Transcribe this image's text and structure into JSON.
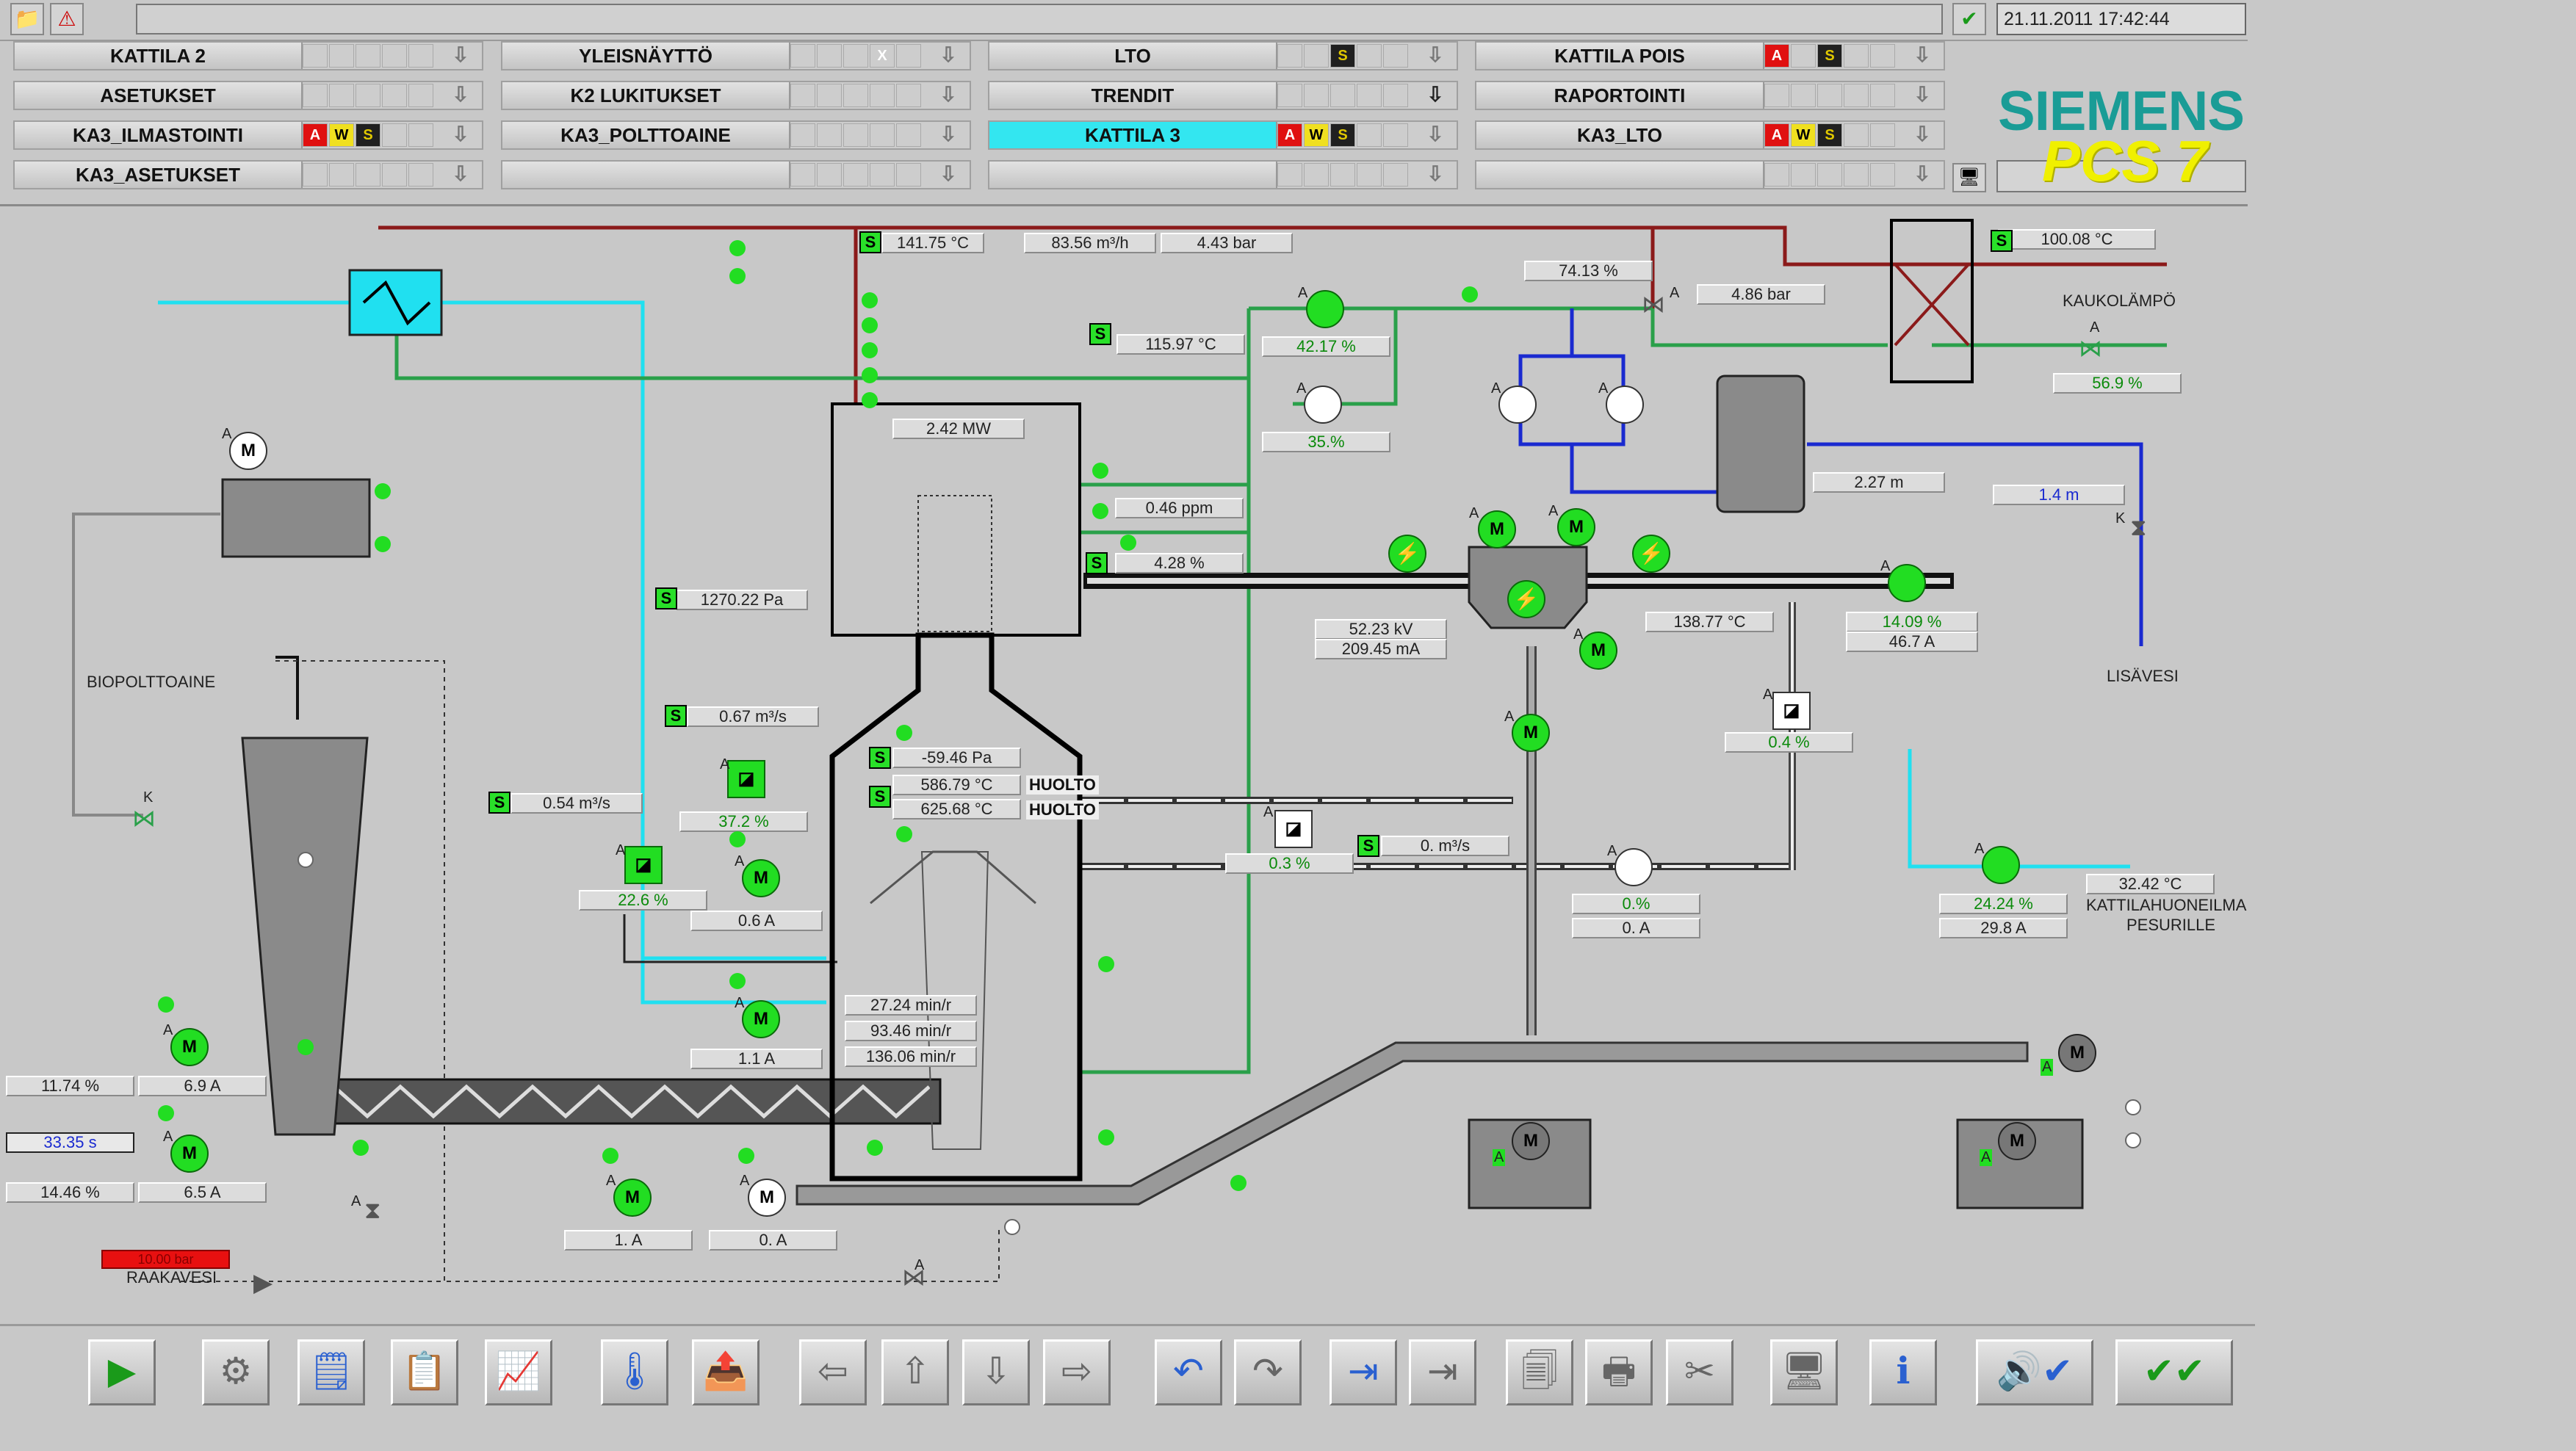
{
  "header": {
    "datetime": "21.11.2011 17:42:44"
  },
  "logo": {
    "line1": "SIEMENS",
    "line2": "PCS 7"
  },
  "nav": {
    "col1": [
      {
        "label": "KATTILA 2"
      },
      {
        "label": "ASETUKSET"
      },
      {
        "label": "KA3_ILMASTOINTI",
        "flags": [
          "A",
          "W",
          "S"
        ]
      },
      {
        "label": "KA3_ASETUKSET"
      }
    ],
    "col2": [
      {
        "label": "YLEISNÄYTTÖ",
        "flags": [
          "X"
        ]
      },
      {
        "label": "K2 LUKITUKSET"
      },
      {
        "label": "KA3_POLTTOAINE"
      },
      {
        "label": ""
      }
    ],
    "col3": [
      {
        "label": "LTO",
        "flags": [
          "S"
        ]
      },
      {
        "label": "TRENDIT"
      },
      {
        "label": "KATTILA 3",
        "flags": [
          "A",
          "W",
          "S"
        ],
        "active": true
      },
      {
        "label": ""
      }
    ],
    "col4": [
      {
        "label": "KATTILA POIS",
        "flags": [
          "A",
          "S"
        ]
      },
      {
        "label": "RAPORTOINTI"
      },
      {
        "label": "KA3_LTO",
        "flags": [
          "A",
          "W",
          "S"
        ]
      },
      {
        "label": ""
      }
    ]
  },
  "values": {
    "t_flue": "141.75 °C",
    "flow_top": "83.56 m³/h",
    "press_top": "4.43 bar",
    "t_mid": "115.97 °C",
    "pump_top_pct": "42.17 %",
    "pump_mid_pct": "35.%",
    "valve_top_pct": "74.13 %",
    "press_kauko": "4.86 bar",
    "t_kauko": "100.08 °C",
    "kauko_pct": "56.9 %",
    "power": "2.42 MW",
    "ppm": "0.46 ppm",
    "o2": "4.28 %",
    "pressure_pa": "1270.22 Pa",
    "level_tank": "2.27 m",
    "level_lisa": "1.4 m",
    "kv": "52.23 kV",
    "ma": "209.45 mA",
    "t_conv": "138.77 °C",
    "fan_pct": "14.09 %",
    "fan_a": "46.7 A",
    "flow1": "0.67 m³/s",
    "flow2": "0.54 m³/s",
    "damper1": "37.2 %",
    "damper2": "22.6 %",
    "furn_pa": "-59.46 Pa",
    "t_furn1": "586.79 °C",
    "t_furn2": "625.68 °C",
    "huolto": "HUOLTO",
    "amp1": "0.6 A",
    "valve_small": "0.4 %",
    "damper3": "0.3 %",
    "flow_m3": "0. m³/s",
    "pump_r_pct": "0.%",
    "pump_r_a": "0. A",
    "fan2_pct": "24.24 %",
    "fan2_a": "29.8 A",
    "t_room": "32.42 °C",
    "room_label1": "KATTILAHUONEILMA",
    "room_label2": "PESURILLE",
    "rpm1": "27.24 min/r",
    "rpm2": "93.46 min/r",
    "rpm3": "136.06 min/r",
    "amp2": "1.1 A",
    "scr1_pct": "11.74 %",
    "scr1_a": "6.9 A",
    "time_s": "33.35 s",
    "scr2_pct": "14.46 %",
    "scr2_a": "6.5 A",
    "amp3": "1. A",
    "amp4": "0. A",
    "bio": "BIOPOLTTOAINE",
    "raaka": "RAAKAVESI",
    "raaka_val": "10.00 bar",
    "lisavesi": "LISÄVESI",
    "kaukolampo": "KAUKOLÄMPÖ"
  },
  "labels": {
    "A": "A",
    "M": "M",
    "K": "K",
    "S": "S"
  },
  "colors": {
    "green_pipe": "#2aa04a",
    "red_pipe": "#8b1a1a",
    "cyan_pipe": "#20e0f0",
    "blue_pipe": "#1a2ad0",
    "motor_green": "#22dd22"
  }
}
